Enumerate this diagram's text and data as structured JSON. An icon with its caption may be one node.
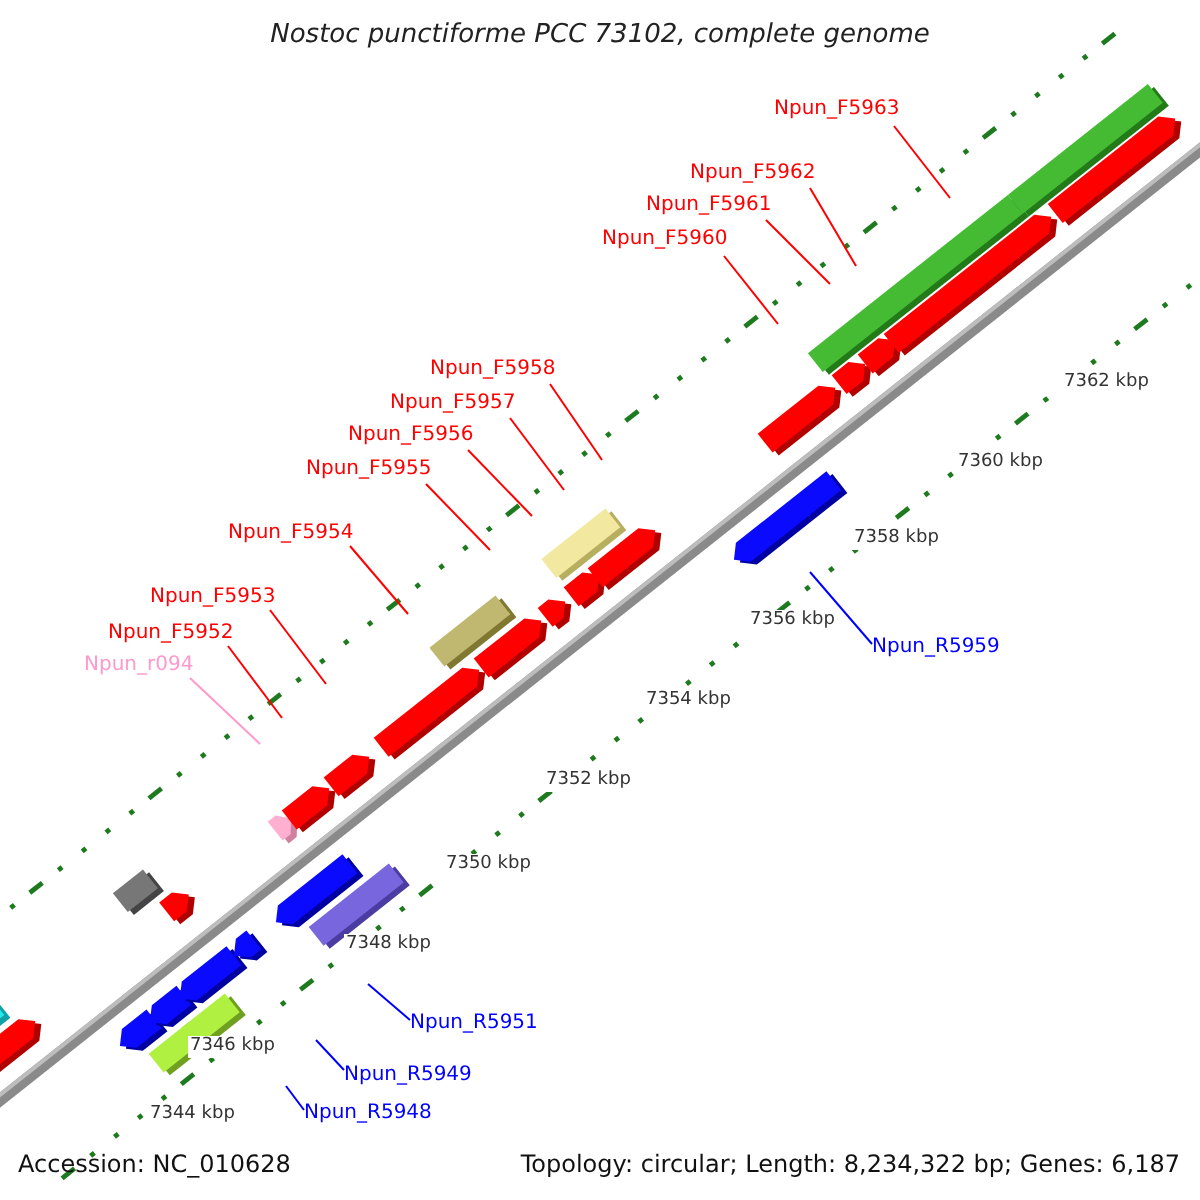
{
  "diagram": {
    "title": "Nostoc punctiforme PCC 73102, complete genome",
    "nodes": [
      {
        "text": [
          "Npun_F5963"
        ]
      },
      {
        "text": [
          "Npun_F5962"
        ]
      },
      {
        "text": [
          "Npun_F5961"
        ]
      },
      {
        "text": [
          "Npun_F5960"
        ]
      },
      {
        "text": [
          "Npun_F5958"
        ]
      },
      {
        "text": [
          "Npun_F5957"
        ]
      },
      {
        "text": [
          "Npun_F5956"
        ]
      },
      {
        "text": [
          "Npun_F5955"
        ]
      },
      {
        "text": [
          "Npun_F5954"
        ]
      },
      {
        "text": [
          "Npun_F5953"
        ]
      },
      {
        "text": [
          "Npun_F5952"
        ]
      },
      {
        "text": [
          "Npun_r094"
        ]
      },
      {
        "text": [
          "Npun_R5959"
        ]
      },
      {
        "text": [
          "Npun_R5951"
        ]
      },
      {
        "text": [
          "Npun_R5949"
        ]
      },
      {
        "text": [
          "Npun_R5948"
        ]
      }
    ],
    "edges": [
      {
        "from": 0,
        "to": null,
        "arrow": "none"
      },
      {
        "from": 1,
        "to": null,
        "arrow": "none"
      },
      {
        "from": 2,
        "to": null,
        "arrow": "none"
      },
      {
        "from": 3,
        "to": null,
        "arrow": "none"
      },
      {
        "from": 4,
        "to": null,
        "arrow": "none"
      },
      {
        "from": 5,
        "to": null,
        "arrow": "none"
      },
      {
        "from": 6,
        "to": null,
        "arrow": "none"
      },
      {
        "from": 7,
        "to": null,
        "arrow": "none"
      },
      {
        "from": 8,
        "to": null,
        "arrow": "none"
      },
      {
        "from": 9,
        "to": null,
        "arrow": "none"
      },
      {
        "from": 10,
        "to": null,
        "arrow": "none"
      },
      {
        "from": 11,
        "to": null,
        "arrow": "none",
        "color": "#ff99cc"
      },
      {
        "from": 12,
        "to": null,
        "arrow": "none",
        "color": "#0000ff"
      },
      {
        "from": 13,
        "to": null,
        "arrow": "none",
        "color": "#0000ff"
      },
      {
        "from": 14,
        "to": null,
        "arrow": "none",
        "color": "#0000ff"
      },
      {
        "from": 15,
        "to": null,
        "arrow": "none",
        "color": "#0000ff"
      }
    ],
    "labels": [
      "7362 kbp",
      "7360 kbp",
      "7358 kbp",
      "7356 kbp",
      "7354 kbp",
      "7352 kbp",
      "7350 kbp",
      "7348 kbp",
      "7346 kbp",
      "7344 kbp",
      "Accession: NC_010628",
      "Topology: circular; Length: 8,234,322 bp; Genes: 6,187"
    ]
  }
}
